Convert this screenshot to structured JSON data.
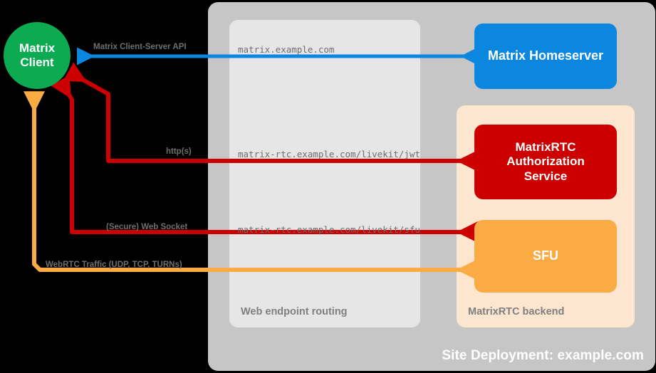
{
  "diagram": {
    "title": "Site Deployment: example.com",
    "background": "#000000"
  },
  "colors": {
    "client": "#0cab52",
    "homeserver": "#0c87e0",
    "auth_service": "#cc0000",
    "sfu": "#fbab44",
    "site_container": "#c6c6c6",
    "routing_panel": "#e6e6e6",
    "backend_panel": "#fce6cf",
    "arrow_blue": "#0c87e0",
    "arrow_red": "#cc0000",
    "arrow_orange": "#fbab44",
    "label_grey": "#6e6e6e"
  },
  "nodes": {
    "client": {
      "line1": "Matrix",
      "line2": "Client"
    },
    "homeserver": {
      "label": "Matrix Homeserver"
    },
    "auth_service": {
      "line1": "MatrixRTC",
      "line2": "Authorization",
      "line3": "Service"
    },
    "sfu": {
      "label": "SFU"
    }
  },
  "panels": {
    "routing": {
      "title": "Web endpoint routing"
    },
    "backend": {
      "title": "MatrixRTC backend"
    }
  },
  "edges": [
    {
      "id": "cs-api",
      "protocol": "Matrix Client-Server API",
      "endpoint": "matrix.example.com",
      "color": "#0c87e0",
      "direction": "to-client"
    },
    {
      "id": "jwt",
      "protocol": "http(s)",
      "endpoint": "matrix-rtc.example.com/livekit/jwt",
      "color": "#cc0000",
      "direction": "bidirectional"
    },
    {
      "id": "sfu-ws",
      "protocol": "(Secure) Web Socket",
      "endpoint": "matrix-rtc.example.com/livekit/sfu",
      "color": "#cc0000",
      "direction": "bidirectional"
    },
    {
      "id": "webrtc",
      "protocol": "WebRTC Traffic (UDP, TCP, TURNs)",
      "endpoint": "",
      "color": "#fbab44",
      "direction": "bidirectional"
    }
  ]
}
